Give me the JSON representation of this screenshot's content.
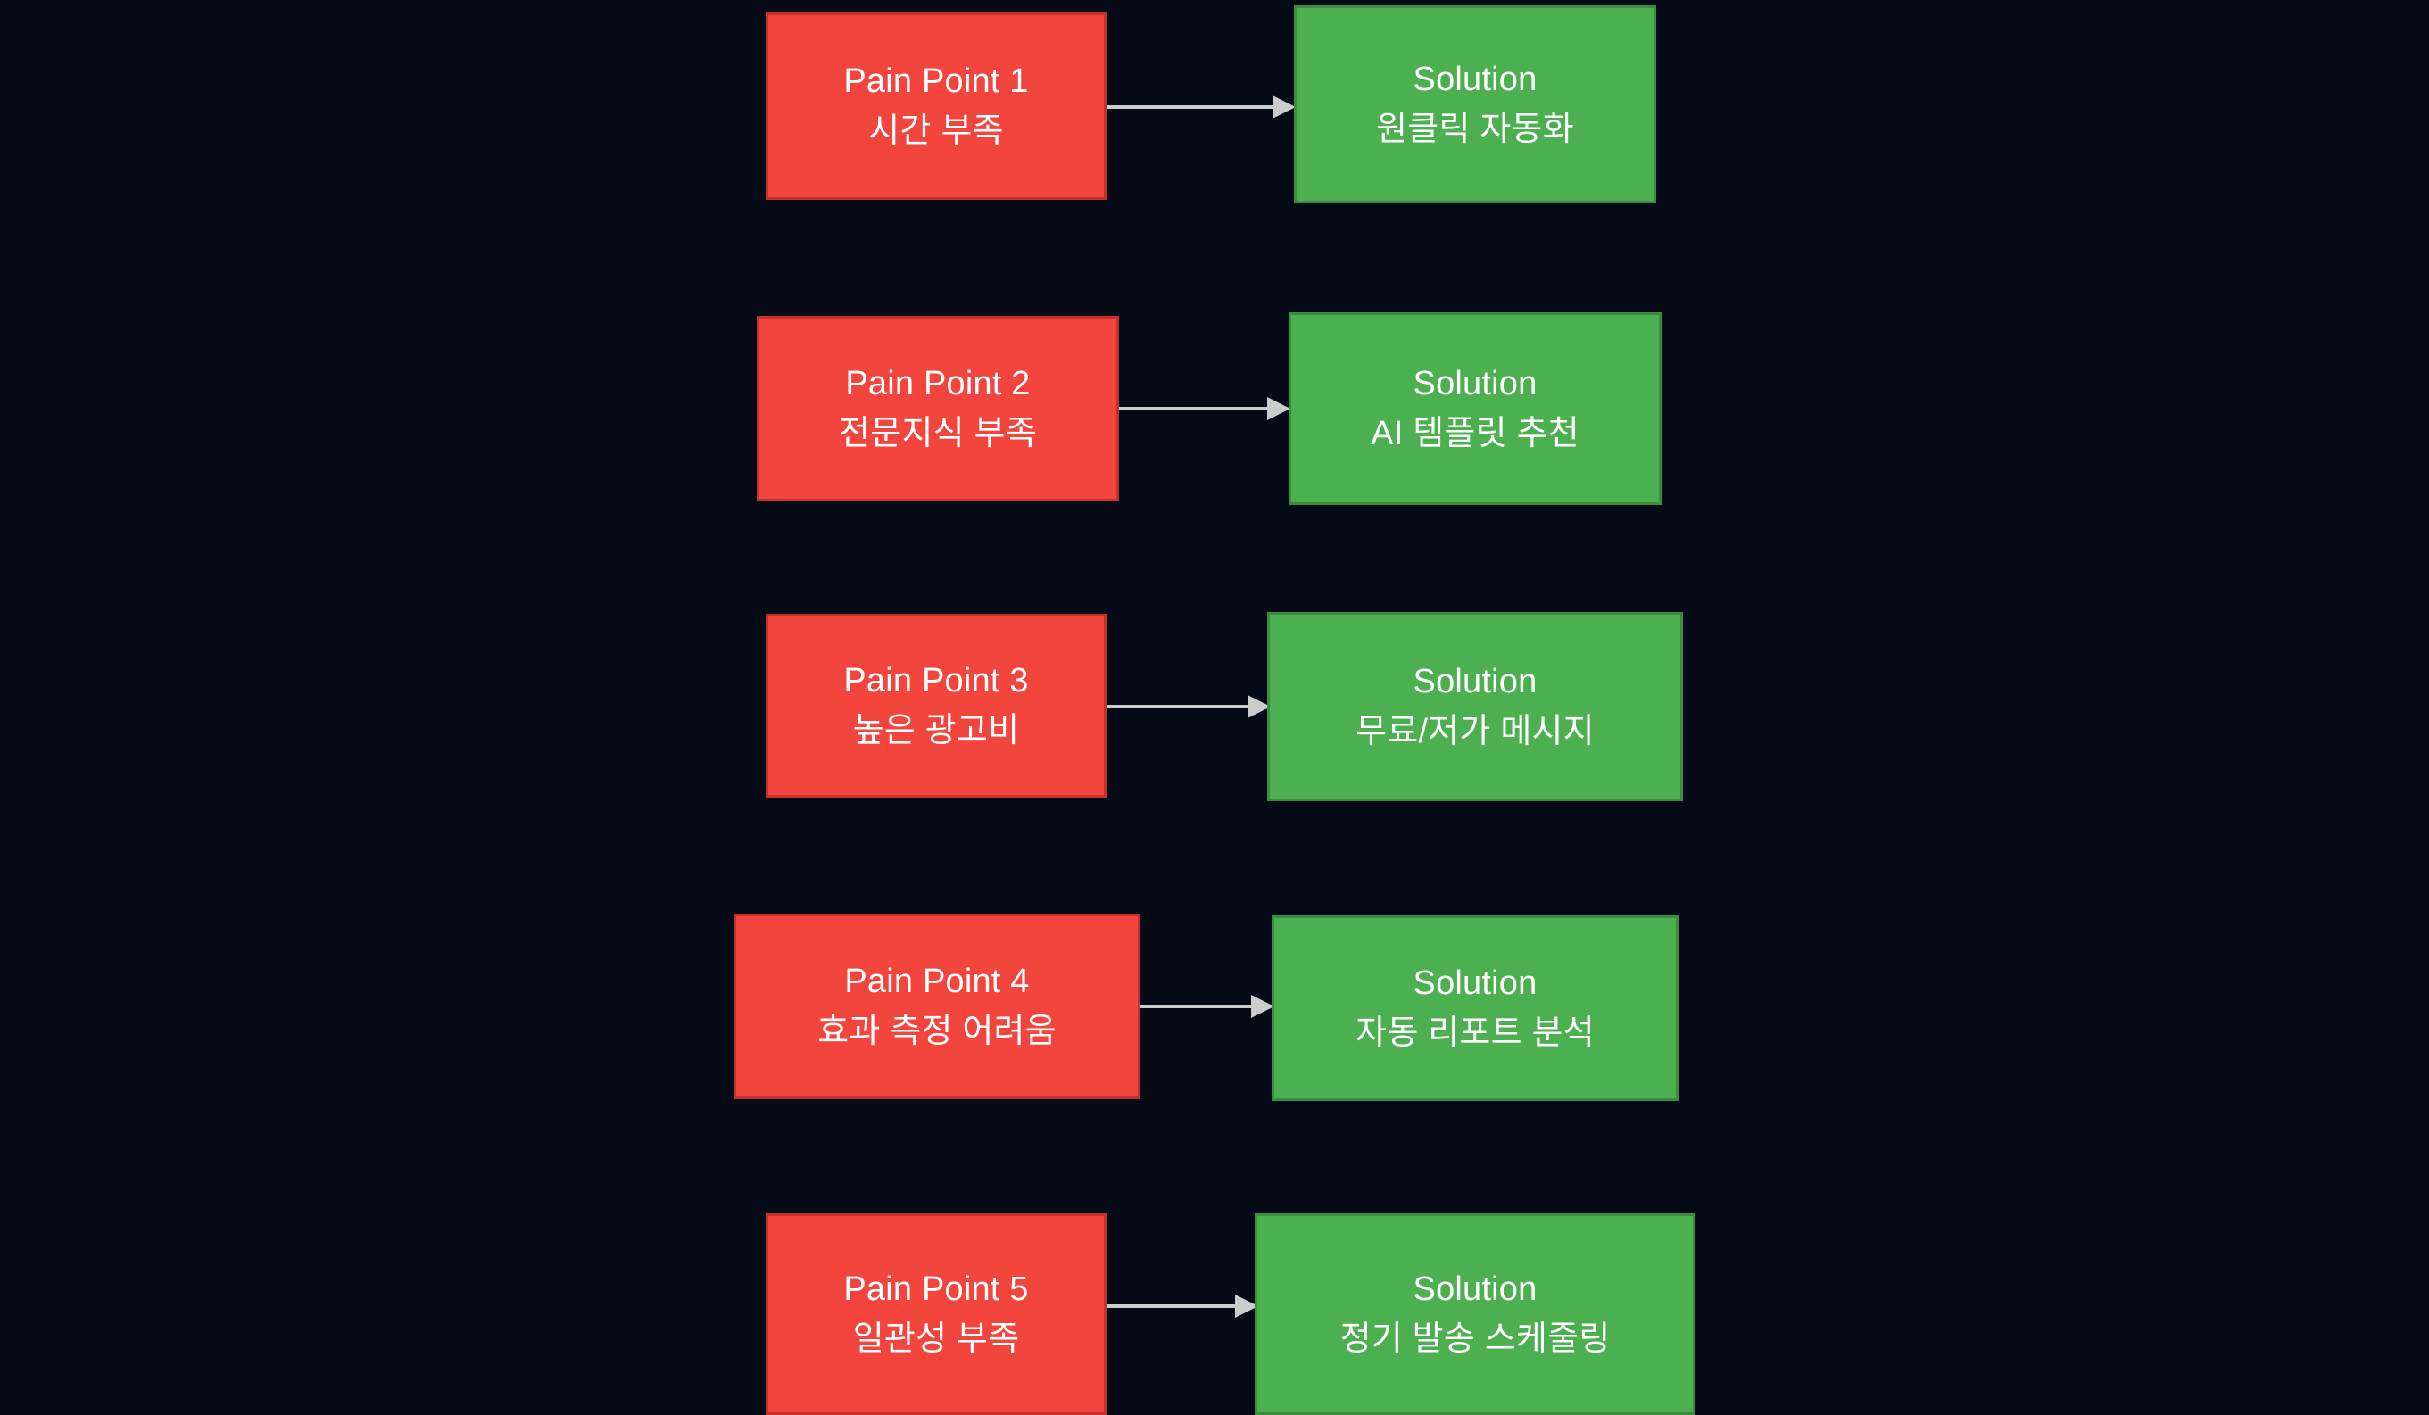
{
  "diagram": {
    "type": "flowchart",
    "orientation": "left-to-right",
    "background_color": "#050a17",
    "pain_color": "#f1453d",
    "pain_border_color": "#c7302a",
    "solution_color": "#4caf50",
    "solution_border_color": "#3d8b40",
    "text_color": "#ffffff",
    "edge_color": "#cccccc",
    "rows": [
      {
        "pain": {
          "title": "Pain Point 1",
          "detail": "시간 부족"
        },
        "solution": {
          "title": "Solution",
          "detail": "원클릭 자동화"
        }
      },
      {
        "pain": {
          "title": "Pain Point 2",
          "detail": "전문지식 부족"
        },
        "solution": {
          "title": "Solution",
          "detail": "AI 템플릿 추천"
        }
      },
      {
        "pain": {
          "title": "Pain Point 3",
          "detail": "높은 광고비"
        },
        "solution": {
          "title": "Solution",
          "detail": "무료/저가 메시지"
        }
      },
      {
        "pain": {
          "title": "Pain Point 4",
          "detail": "효과 측정 어려움"
        },
        "solution": {
          "title": "Solution",
          "detail": "자동 리포트 분석"
        }
      },
      {
        "pain": {
          "title": "Pain Point 5",
          "detail": "일관성 부족"
        },
        "solution": {
          "title": "Solution",
          "detail": "정기 발송 스케줄링"
        }
      }
    ]
  }
}
